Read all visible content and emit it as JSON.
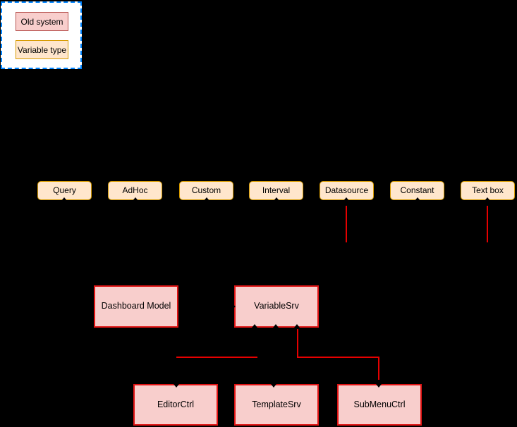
{
  "diagram": {
    "title_hint": "Grafana templating variables architecture (old system)",
    "legend": {
      "items": [
        {
          "label": "Old system"
        },
        {
          "label": "Variable type"
        }
      ]
    },
    "variable_type_nodes": [
      {
        "label": "Query"
      },
      {
        "label": "AdHoc"
      },
      {
        "label": "Custom"
      },
      {
        "label": "Interval"
      },
      {
        "label": "Datasource"
      },
      {
        "label": "Constant"
      },
      {
        "label": "Text box"
      }
    ],
    "system_nodes": [
      {
        "label": "Dashboard Model"
      },
      {
        "label": "VariableSrv"
      },
      {
        "label": "EditorCtrl"
      },
      {
        "label": "TemplateSrv"
      },
      {
        "label": "SubMenuCtrl"
      }
    ],
    "edges": [
      {
        "from": "Datasource",
        "to": "down-stub"
      },
      {
        "from": "Text box",
        "to": "down-stub"
      },
      {
        "from": "VariableSrv",
        "to": "SubMenuCtrl"
      },
      {
        "from": "EditorCtrl",
        "to": "VariableSrv"
      }
    ],
    "colors": {
      "background": "#000000",
      "legend_fill": "#FFFFFF",
      "legend_border": "#0084FF",
      "old_system_fill": "#F8CECC",
      "old_system_legend_stroke": "#B85450",
      "system_box_stroke": "#E01414",
      "variable_type_fill": "#FFE6CC",
      "variable_type_stroke": "#D79B00",
      "connector": "#E60000",
      "text": "#000000"
    }
  }
}
